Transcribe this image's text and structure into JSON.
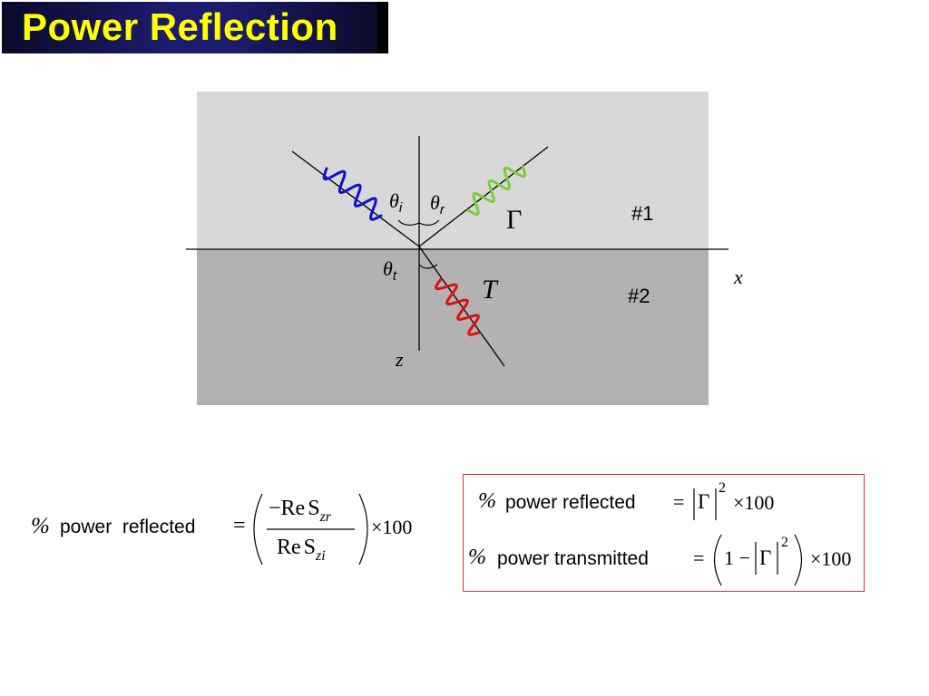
{
  "slide": {
    "title": "Power Reflection"
  },
  "diagram": {
    "medium_1_label": "#1",
    "medium_2_label": "#2",
    "x_axis_label": "x",
    "z_axis_label": "z",
    "theta": "θ",
    "incident_sub": "i",
    "reflected_sub": "r",
    "transmitted_sub": "t",
    "reflection_coef": "Γ",
    "transmission_coef": "T",
    "colors": {
      "medium_1": "#d8d8d8",
      "medium_2": "#b2b2b2",
      "incident_wave": "#1010d0",
      "reflected_wave": "#7ccc3c",
      "transmitted_wave": "#e01010"
    }
  },
  "formula_left": {
    "percent": "%",
    "label": "power  reflected",
    "equals": "=",
    "minus": "−",
    "re": "Re",
    "s": "S",
    "num_sub": "zr",
    "den_sub": "zi",
    "times": "×100"
  },
  "formula_box": {
    "line1": {
      "percent": "%",
      "label": "power reflected",
      "equals": "=",
      "gamma": "Γ",
      "exp": "2",
      "times": "×100"
    },
    "line2": {
      "percent": "%",
      "label": "power transmitted",
      "equals": "=",
      "one_minus": "1 −",
      "gamma": "Γ",
      "exp": "2",
      "times": "×100"
    },
    "border_color": "#e8302a"
  }
}
